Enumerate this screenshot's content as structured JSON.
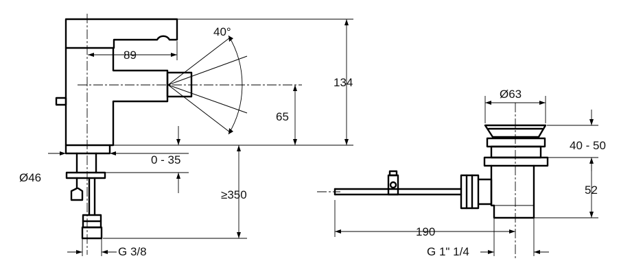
{
  "dimensions": {
    "angle": "40°",
    "lever_reach": "89",
    "total_height": "134",
    "spout_height": "65",
    "deck_thickness": "0 - 35",
    "base_diameter": "Ø46",
    "hose_length": "≥350",
    "inlet_thread": "G 3/8",
    "plug_diameter": "Ø63",
    "plug_travel": "40 - 50",
    "waste_height": "52",
    "rod_length": "190",
    "waste_thread": "G 1\" 1/4"
  }
}
